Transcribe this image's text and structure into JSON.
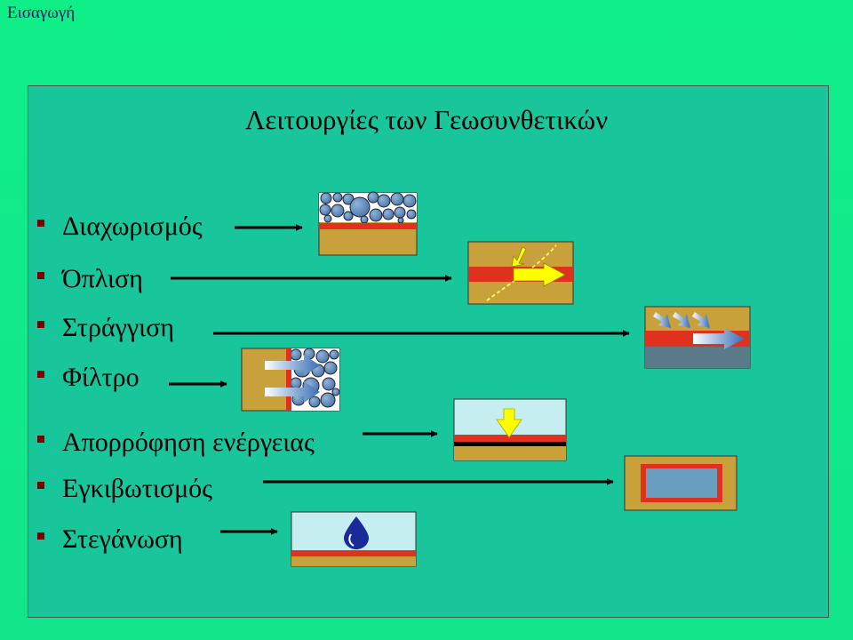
{
  "header": {
    "label": "Εισαγωγή"
  },
  "title": "Λειτουργίες των Γεωσυνθετικών",
  "functions": [
    {
      "label": "Διαχωρισμός",
      "icon": "separation-icon"
    },
    {
      "label": "Όπλιση",
      "icon": "reinforcement-icon"
    },
    {
      "label": "Στράγγιση",
      "icon": "drainage-icon"
    },
    {
      "label": "Φίλτρο",
      "icon": "filtration-icon"
    },
    {
      "label": "Απορρόφηση ενέργειας",
      "icon": "energy-absorption-icon"
    },
    {
      "label": "Εγκιβωτισμός",
      "icon": "encapsulation-icon"
    },
    {
      "label": "Στεγάνωση",
      "icon": "waterproofing-icon"
    }
  ],
  "colors": {
    "background": "#10ee88",
    "panel": "#19c59a",
    "soil": "#c9a13a",
    "geosynthetic": "#e0301e",
    "stone": "#5f88b8",
    "water": "#c6eef0",
    "arrow": "#ffff00",
    "bullet": "#7a0000"
  }
}
